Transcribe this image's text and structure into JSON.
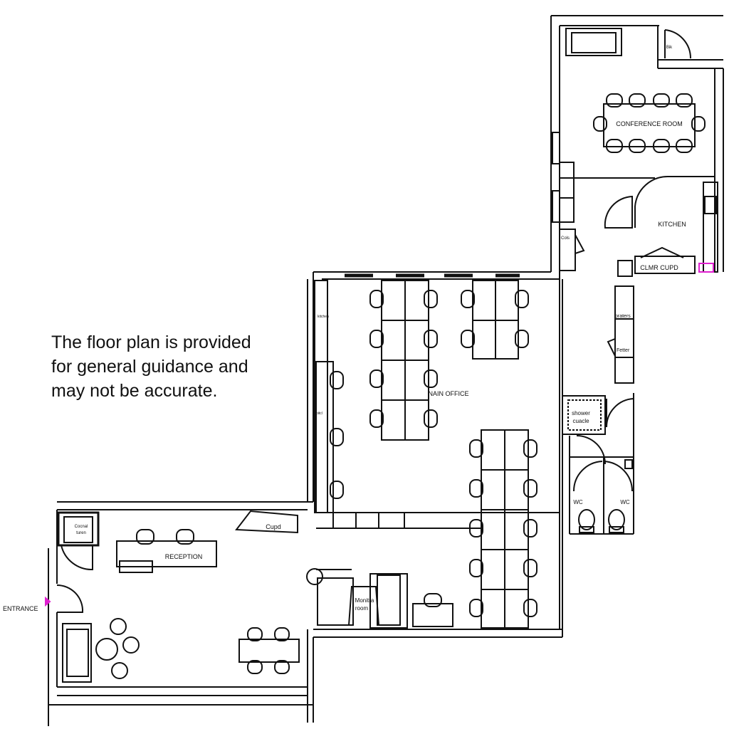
{
  "disclaimer": {
    "line1": "The floor plan is provided",
    "line2": "for general guidance and",
    "line3": "may not be accurate."
  },
  "rooms": {
    "conference_room": "CONFERENCE ROOM",
    "kitchen": "KITCHEN",
    "clmr_cupd": "CLMR CUPD",
    "main_office": "NAIN OFFICE",
    "reception": "RECEPTION",
    "entrance": "ENTRANCE",
    "meeting_room_line1": "Monitra",
    "meeting_room_line2": "room",
    "cupd": "Cupd",
    "shower_line1": "shower",
    "shower_line2": "cuacle",
    "wc_left": "WC",
    "wc_right": "WC",
    "top_right_small": "Bik",
    "reception_cab_line1": "Cocnal",
    "reception_cab_line2": "turen",
    "small_left_1": "kitchen",
    "small_left_2": "bitcl",
    "small_right_1": "praters",
    "small_right_2": "Fetter",
    "small_side": "Cols"
  },
  "colors": {
    "line": "#111111",
    "accent_magenta": "#e020d0"
  }
}
